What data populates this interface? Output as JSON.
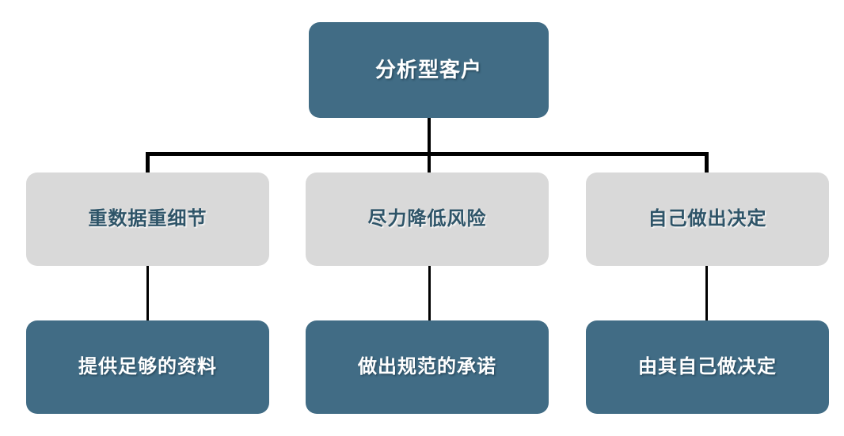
{
  "diagram": {
    "type": "org-tree",
    "colors": {
      "accent_fill": "#416C85",
      "muted_fill": "#D9D9D9",
      "accent_text": "#FFFFFF",
      "muted_text": "#2E5468",
      "connector": "#000000",
      "background": "#FFFFFF"
    },
    "root": {
      "label": "分析型客户"
    },
    "middle": [
      {
        "label": "重数据重细节"
      },
      {
        "label": "尽力降低风险"
      },
      {
        "label": "自己做出决定"
      }
    ],
    "leaves": [
      {
        "label": "提供足够的资料"
      },
      {
        "label": "做出规范的承诺"
      },
      {
        "label": "由其自己做决定"
      }
    ]
  }
}
